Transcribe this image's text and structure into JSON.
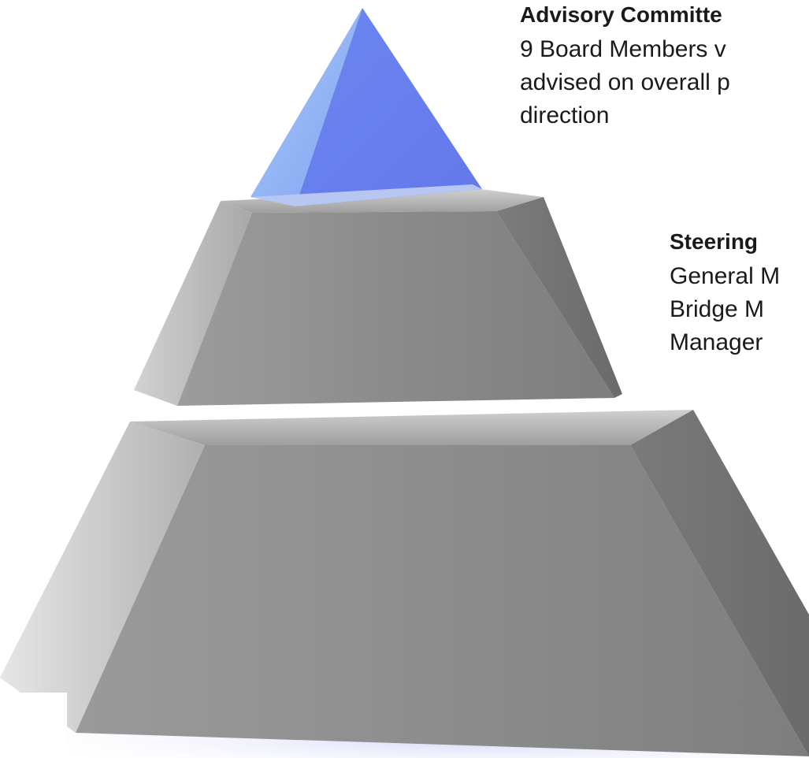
{
  "tiers": [
    {
      "name": "top",
      "color": "#6f86ee",
      "title": "Advisory Committe",
      "lines": [
        "9 Board Members v",
        "advised on overall p",
        "direction"
      ]
    },
    {
      "name": "middle",
      "color": "#8f8f8f",
      "title": "Steering",
      "lines": [
        "General M",
        "Bridge M",
        "Manager"
      ]
    },
    {
      "name": "bottom",
      "color": "#8c8c8c"
    }
  ],
  "colors": {
    "top_tier_light": "#93b4f5",
    "top_tier_dark": "#6a7ff0",
    "gray_light": "#c9c9c9",
    "gray_mid": "#8e8e8e",
    "gray_dark": "#6e6e6e",
    "floor_glow": "#d7dcf7"
  }
}
